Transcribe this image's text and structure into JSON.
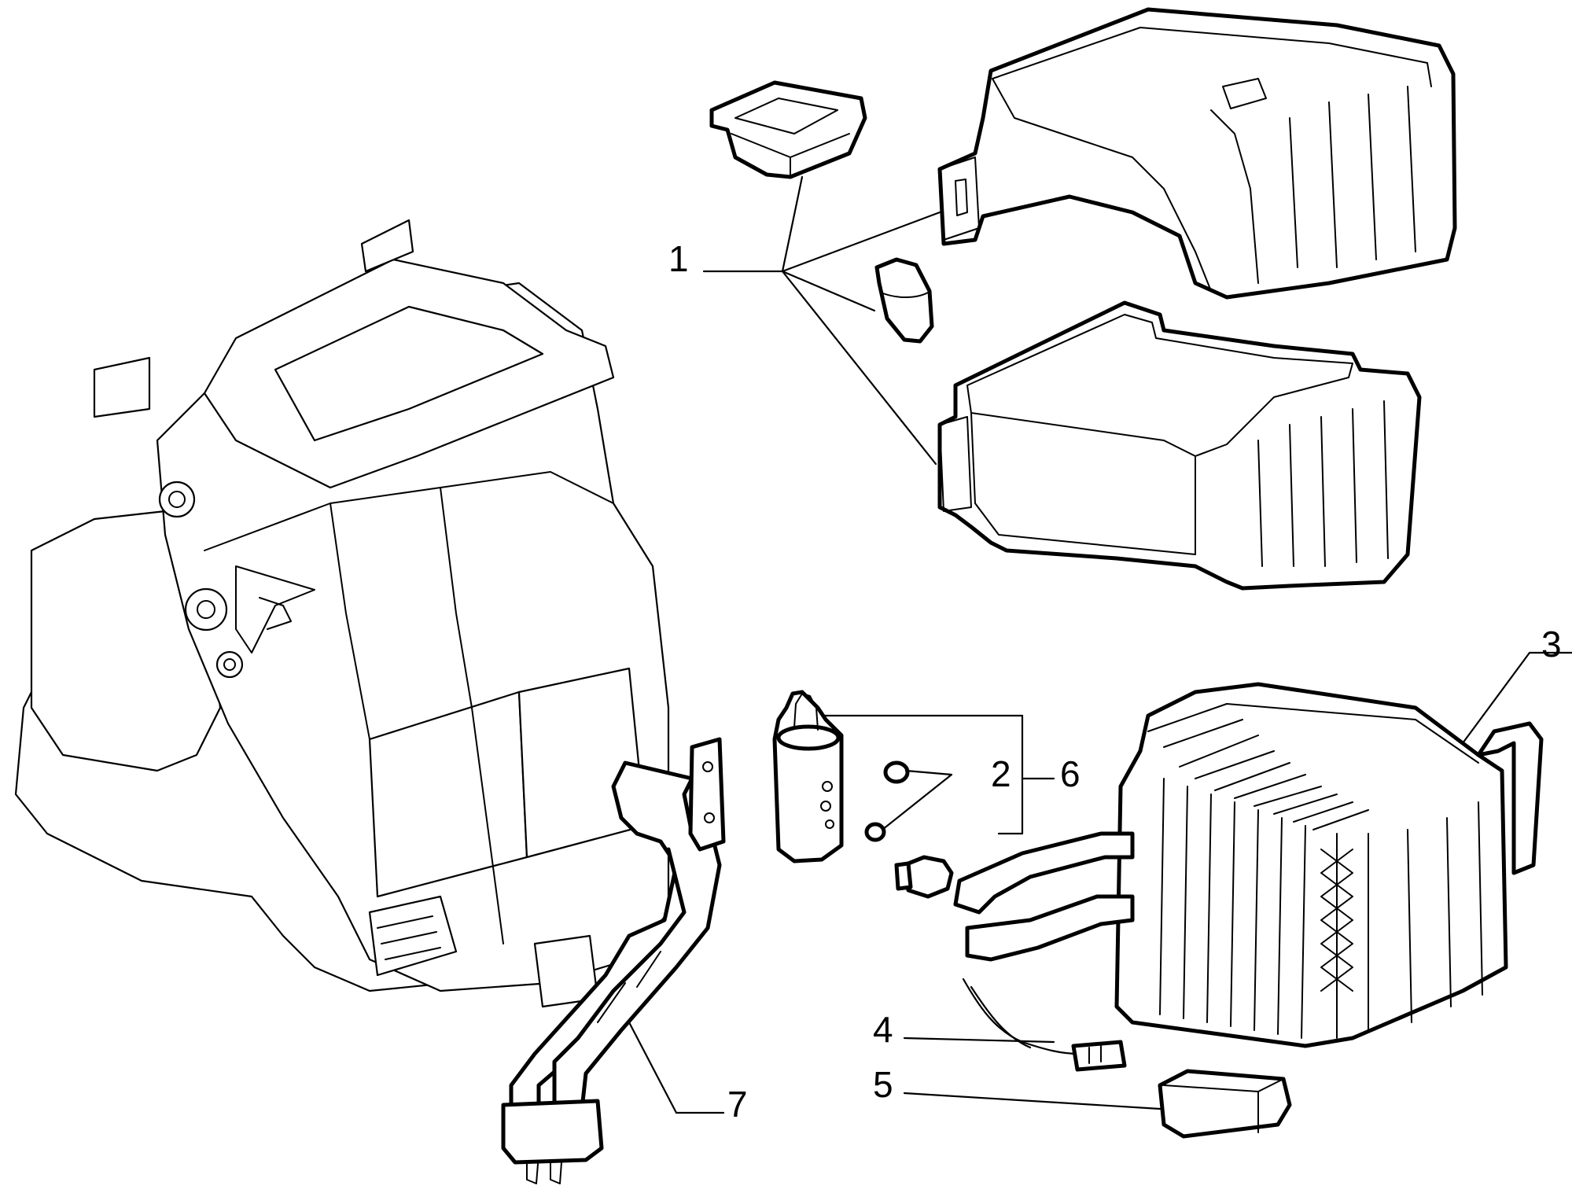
{
  "callouts": [
    {
      "id": "1",
      "text": "1"
    },
    {
      "id": "2",
      "text": "2"
    },
    {
      "id": "3",
      "text": "3"
    },
    {
      "id": "4",
      "text": "4"
    },
    {
      "id": "5",
      "text": "5"
    },
    {
      "id": "6",
      "text": "6"
    },
    {
      "id": "7",
      "text": "7"
    }
  ],
  "colors": {
    "line": "#000000",
    "background": "#ffffff"
  }
}
